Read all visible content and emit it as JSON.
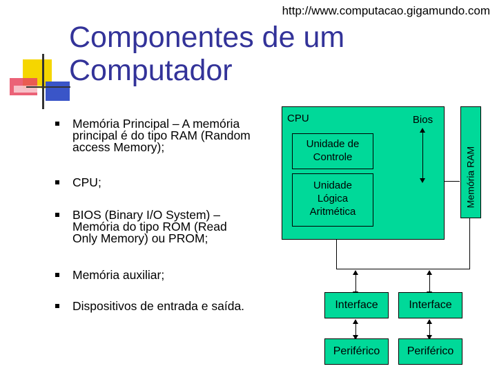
{
  "header": {
    "url": "http://www.computacao.gigamundo.com"
  },
  "title": {
    "line1": "Componentes de um",
    "line2": "Computador"
  },
  "bullets": [
    {
      "lines": [
        "Memória Principal – A memória",
        "principal é do tipo RAM (Random",
        "access Memory);"
      ]
    },
    {
      "lines": [
        "CPU;"
      ]
    },
    {
      "lines": [
        "BIOS (Binary I/O System) –",
        "Memória do tipo ROM (Read",
        "Only Memory) ou PROM;"
      ]
    },
    {
      "lines": [
        "Memória auxiliar;"
      ]
    },
    {
      "lines": [
        "Dispositivos de entrada e saída."
      ]
    }
  ],
  "diagram": {
    "cpu_label": "CPU",
    "bios_label": "Bios",
    "control_unit": [
      "Unidade de",
      "Controle"
    ],
    "alu": [
      "Unidade",
      "Lógica",
      "Aritmética"
    ],
    "ram_label": "Memória RAM",
    "interface_left": "Interface",
    "interface_right": "Interface",
    "peripheral_left": "Periférico",
    "peripheral_right": "Periférico"
  },
  "colors": {
    "title": "#333399",
    "box_fill": "#00d999",
    "deco_yellow": "#f5d600",
    "deco_blue": "#3a55c8",
    "deco_red": "#e8475f"
  }
}
